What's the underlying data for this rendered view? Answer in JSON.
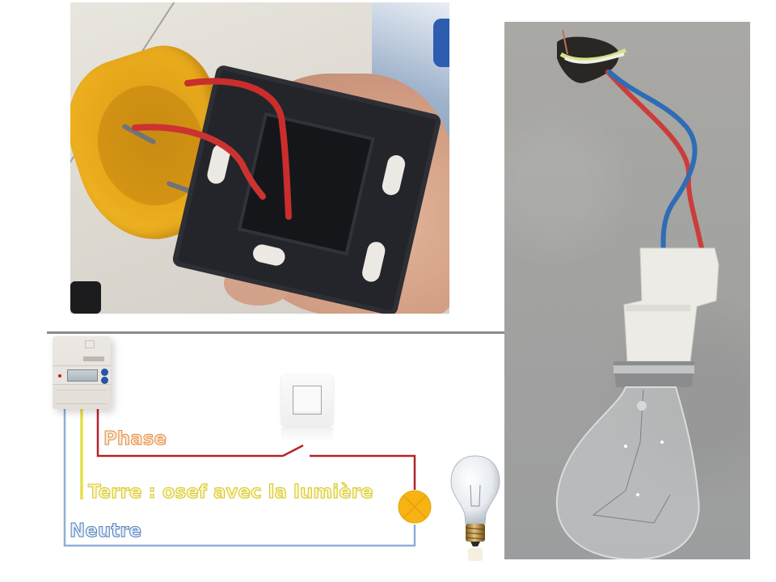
{
  "photos": {
    "switch_install": {
      "alt": "Hand holding a black switch mechanism with two red wires connected, in front of a yellow flush-mount box in a white wall",
      "colors": {
        "box": "#eaa91c",
        "wire": "#d43a35",
        "mechanism": "#23252a"
      }
    },
    "ceiling_bulb": {
      "alt": "Clear incandescent bulb hanging from a ceiling by a blue and a red wire into a white socket; green-yellow earth wire coiled in the ceiling hole",
      "colors": {
        "ceiling": "#a4a4a2",
        "wire_phase": "#d1413c",
        "wire_neutral": "#2f6db8",
        "earth": "#c9d96a"
      }
    }
  },
  "diagram": {
    "components": {
      "meter": "electric-meter",
      "switch": "wall-switch",
      "lamp": "lamp-symbol",
      "bulb": "incandescent-bulb"
    },
    "labels": {
      "phase": "Phase",
      "terre": "Terre : osef avec la lumière",
      "neutre": "Neutre"
    },
    "colors": {
      "phase": "#b3242a",
      "terre": "#e6e04a",
      "neutre": "#8fb0d6",
      "lamp_fill": "#f6b312",
      "frame_top": "#8c8c8c"
    }
  }
}
